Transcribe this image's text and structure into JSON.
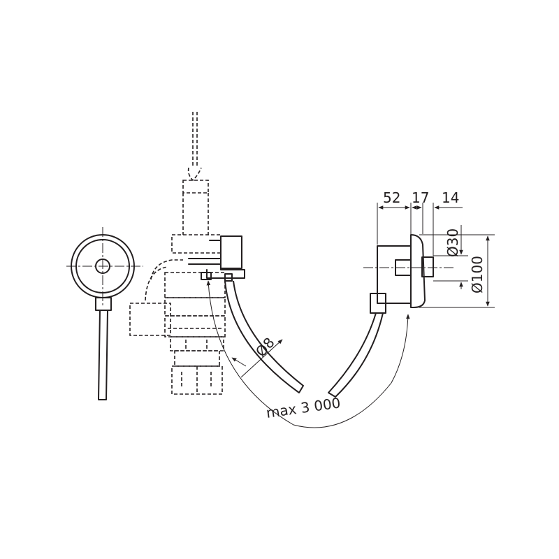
{
  "dimensions": {
    "d52": "52",
    "d17": "17",
    "d14": "14",
    "dia30": "Ø30",
    "dia100": "Ø100",
    "dia8": "Ø8",
    "max_length": "max 3 000"
  },
  "colors": {
    "line": "#231f20",
    "background": "#ffffff"
  }
}
